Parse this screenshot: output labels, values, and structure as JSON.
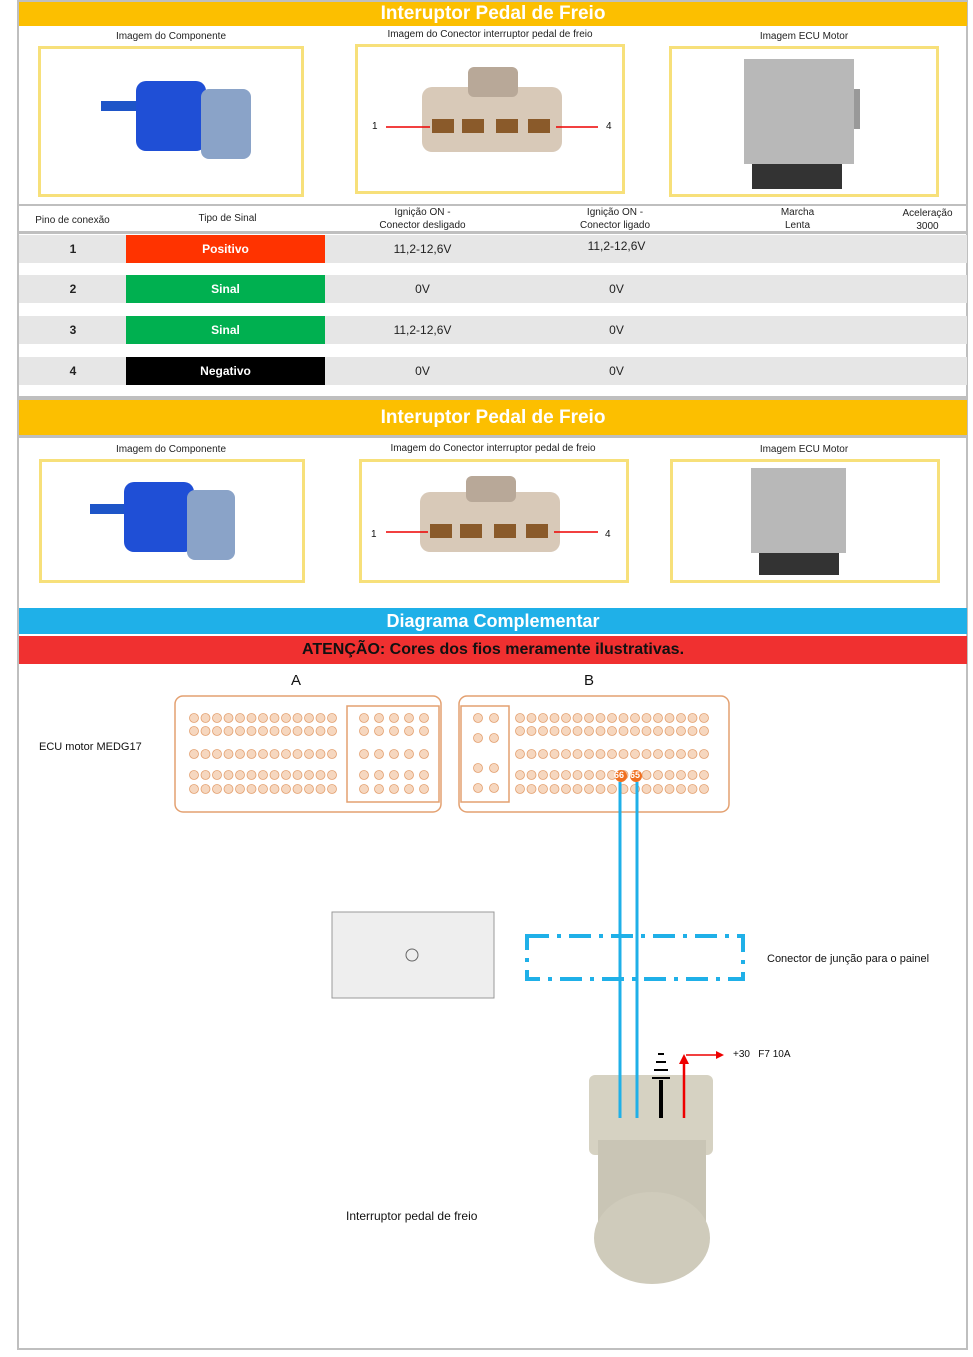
{
  "section1": {
    "title": "Interuptor Pedal de Freio",
    "captions": [
      "Imagem do Componente",
      "Imagem do Conector interruptor pedal de freio",
      "Imagem ECU Motor"
    ],
    "pin_left": "1",
    "pin_right": "4"
  },
  "table": {
    "headers": [
      "Pino de conexão",
      "Tipo de Sinal",
      "Ignição ON -\nConector desligado",
      "Ignição ON -\nConector ligado",
      "Marcha\nLenta",
      "Aceleração\n3000"
    ],
    "rows": [
      {
        "pin": "1",
        "type": "Positivo",
        "color": "#ff3300",
        "off": "11,2-12,6V",
        "on": "11,2-12,6V"
      },
      {
        "pin": "2",
        "type": "Sinal",
        "color": "#00b050",
        "off": "0V",
        "on": "0V"
      },
      {
        "pin": "3",
        "type": "Sinal",
        "color": "#00b050",
        "off": "11,2-12,6V",
        "on": "0V"
      },
      {
        "pin": "4",
        "type": "Negativo",
        "color": "#000000",
        "off": "0V",
        "on": "0V"
      }
    ]
  },
  "section2": {
    "title": "Interuptor Pedal de Freio",
    "captions": [
      "Imagem do Componente",
      "Imagem do Conector interruptor pedal de freio",
      "Imagem ECU Motor"
    ],
    "pin_left": "1",
    "pin_right": "4"
  },
  "diagram": {
    "title": "Diagrama Complementar",
    "warning": "ATENÇÃO: Cores dos fios meramente ilustrativas.",
    "connector_a": "A",
    "connector_b": "B",
    "ecu_label": "ECU motor MEDG17",
    "pin_66": "66",
    "pin_65": "65",
    "junction_label": "Conector de junção para o painel",
    "power_label": "+30   F7 10A",
    "switch_label": "Interruptor pedal de freio"
  }
}
